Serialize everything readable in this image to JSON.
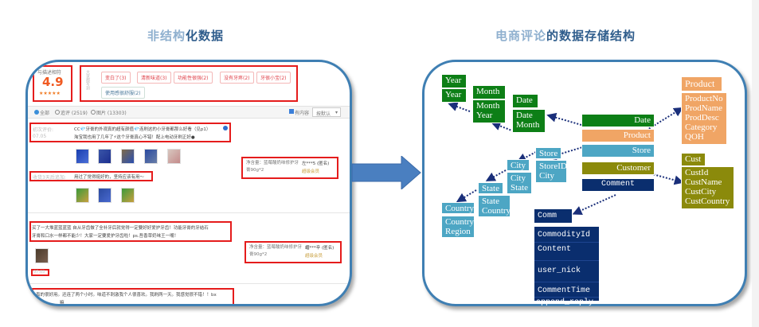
{
  "left_title": {
    "light": "非结构",
    "dark": "化数据"
  },
  "right_title": {
    "light": "电商评论",
    "dark": "的数据存储结构"
  },
  "review_page": {
    "rating_label": "与描述相符",
    "rating_value": "4.9",
    "stars": "★★★★★",
    "impression_label": "大家都写到",
    "tags": [
      "变白了(3)",
      "清新味道(3)",
      "功能性很强(2)",
      "没有牙疼(2)",
      "牙很小宝(2)",
      "使用感很舒服(2)"
    ],
    "filters": {
      "all": "全部",
      "append": "追评 (2519)",
      "pictures": "图片 (13303)"
    },
    "has_content_label": "有内容",
    "sort_label": "按默认",
    "reviews": [
      {
        "first_label": "初次评价:",
        "date": "07.05",
        "text_line1": "CC💎牙膏的外观真的超有颜值💎连刷这的小牙膏都那么好看（见p1）",
        "text_line2": "淘宝我也用了几年了⚡这个牙膏真心不错！配上电动牙刷正好●",
        "append_label": "收货3天后追加:",
        "append_text": "用过了觉得挺好的，坚持应该有用～",
        "spec": "净含量：蓝莓酸奶味修护牙膏90g*2",
        "user": "左***5 (匿名)",
        "level": "超级会员"
      },
      {
        "text_line1": "买了一大堆蓝蓝蓝蓝 自从牙齿做了全补牙后就觉得一定要好好爱护牙齿！功能牙膏的牙结石",
        "text_line2": "牙膏和口水一样都不能少！大家一定要爱护牙齿啦！ps.吾香草奶味王一嘴！",
        "date": "07.05",
        "spec": "净含量：蓝莓酸奶味修护牙膏90g*2",
        "user": "嵋***辛 (匿名)",
        "level": "超级会员"
      },
      {
        "text_line1": "真的很好用。还连了两个小时。味道不刺激我个人很喜欢。我刷两一天。我感觉很不错！！bx",
        "text_line2": "嘛"
      }
    ]
  },
  "schema": {
    "fact": [
      "Date",
      "Product",
      "Store",
      "Customer",
      "Comment"
    ],
    "year": {
      "name": "Year",
      "fields": [
        "Year"
      ]
    },
    "month": {
      "name": "Month",
      "fields": [
        "Month",
        "Year"
      ]
    },
    "date": {
      "name": "Date",
      "fields": [
        "Date",
        "Month"
      ]
    },
    "product": {
      "name": "Product",
      "fields": [
        "ProductNo",
        "ProdName",
        "ProdDesc",
        "Category",
        "QOH"
      ]
    },
    "store": {
      "name": "Store",
      "fields": [
        "StoreID",
        "City"
      ]
    },
    "city": {
      "name": "City",
      "fields": [
        "City",
        "State"
      ]
    },
    "state": {
      "name": "State",
      "fields": [
        "State",
        "Country"
      ]
    },
    "country": {
      "name": "Country",
      "fields": [
        "Country",
        "Region"
      ]
    },
    "cust": {
      "name": "Cust",
      "fields": [
        "CustId",
        "CustName",
        "CustCity",
        "CustCountry"
      ]
    },
    "comm": {
      "name": "Comm",
      "fields": [
        "CommodityId",
        "Content",
        "user_nick",
        "CommentTime",
        "append_reply"
      ]
    }
  },
  "colors": {
    "date_dim": "#0d7f16",
    "product_dim": "#f0a565",
    "store_dim": "#4da6c4",
    "customer_dim": "#8b8a0b",
    "comment_dim": "#0a2e6e",
    "highlight": "#e51c1c",
    "arrow": "#4a7fc0"
  }
}
